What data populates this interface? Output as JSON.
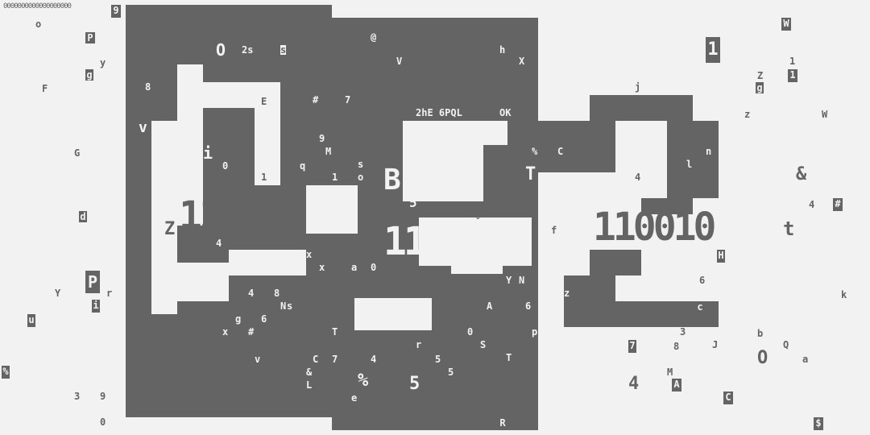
{
  "header_code": "0000000000000000000",
  "corner_glyph": "9",
  "colors": {
    "background": "#f2f2f2",
    "blocks": "#646464"
  },
  "numbers": {
    "left": "11000",
    "middle": "110101",
    "right": "110010"
  },
  "scattered_glyphs": {
    "g1": "O",
    "g2": "2s",
    "g3": "s",
    "g4": "@",
    "g5": "V",
    "g6": "h",
    "g7": "X",
    "g8": "P",
    "g9": "y",
    "g10": "g",
    "g11": "o",
    "g12": "F",
    "g13": "G",
    "g14": "8",
    "g15": "E",
    "g16": "#",
    "g17": "7",
    "g18": "2hE 6PQL",
    "g19": "OK",
    "g20": "i6",
    "g21": "j",
    "g22": "1",
    "g23": "Z",
    "g24": "z",
    "g25": "W",
    "g26": "&",
    "g27": "4",
    "g28": "#",
    "g29": "t",
    "g30": "k",
    "g31": "Y",
    "g32": "r",
    "g33": "i",
    "g34": "u",
    "g35": "%",
    "g36": "3",
    "g37": "9",
    "g38": "0",
    "g39": "R",
    "g40": "$",
    "g41": "C",
    "g42": "4",
    "g43": "M",
    "g44": "A",
    "g45": "O",
    "g46": "a",
    "g47": "Q",
    "g48": "b",
    "g49": "J",
    "g50": "7",
    "g51": "8",
    "g52": "3",
    "g53": "&",
    "g54": "6",
    "g55": "n",
    "g56": "l",
    "g57": "%",
    "g58": "H",
    "g59": "d",
    "g60": "v",
    "g61": "Z",
    "g62": "4",
    "g63": "0",
    "g64": "1",
    "g65": "s",
    "g66": "L",
    "g67": "e",
    "g68": "5",
    "g69": "%",
    "g70": "T",
    "g71": "f",
    "g72": "B",
    "g73": "S",
    "g74": "p",
    "g75": "x",
    "g76": "u",
    "g77": "N",
    "g78": "Y",
    "g79": "q",
    "g80": "c"
  }
}
